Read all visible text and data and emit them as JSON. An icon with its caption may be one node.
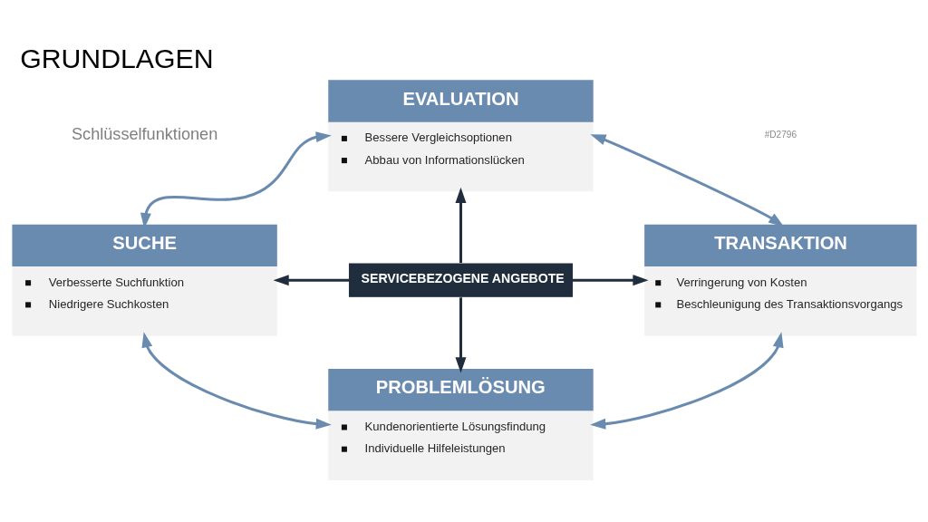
{
  "diagram": {
    "title": "GRUNDLAGEN",
    "nodes": [
      {
        "text": [
          "EVALUATION",
          "Bessere Vergleichsoptionen",
          "Abbau von Informationslücken"
        ]
      },
      {
        "text": [
          "SUCHE",
          "Verbesserte Suchfunktion",
          "Niedrigere Suchkosten"
        ]
      },
      {
        "text": [
          "TRANSAKTION",
          "Verringerung von Kosten",
          "Beschleunigung des Transaktionsvorgangs"
        ]
      },
      {
        "text": [
          "SERVICEBEZOGENE ANGEBOTE"
        ]
      },
      {
        "text": [
          "PROBLEMLÖSUNG",
          "Kundenorientierte Lösungsfindung",
          "Individuelle Hilfeleistungen"
        ]
      }
    ],
    "edges": [
      {
        "from": 1,
        "to": 0,
        "arrow": "both",
        "color": "#6a8bb0"
      },
      {
        "from": 0,
        "to": 2,
        "arrow": "both",
        "color": "#6a8bb0"
      },
      {
        "from": 3,
        "to": 0,
        "arrow": "to",
        "color": "#1f2d3d"
      },
      {
        "from": 3,
        "to": 1,
        "arrow": "to",
        "color": "#1f2d3d"
      },
      {
        "from": 3,
        "to": 2,
        "arrow": "to",
        "color": "#1f2d3d"
      },
      {
        "from": 3,
        "to": 4,
        "arrow": "to",
        "color": "#1f2d3d"
      },
      {
        "from": 1,
        "to": 4,
        "arrow": "both",
        "color": "#6a8bb0"
      },
      {
        "from": 4,
        "to": 2,
        "arrow": "both",
        "color": "#6a8bb0"
      }
    ],
    "labels": [
      "#D2796",
      "Schlüsselfunktionen"
    ]
  }
}
